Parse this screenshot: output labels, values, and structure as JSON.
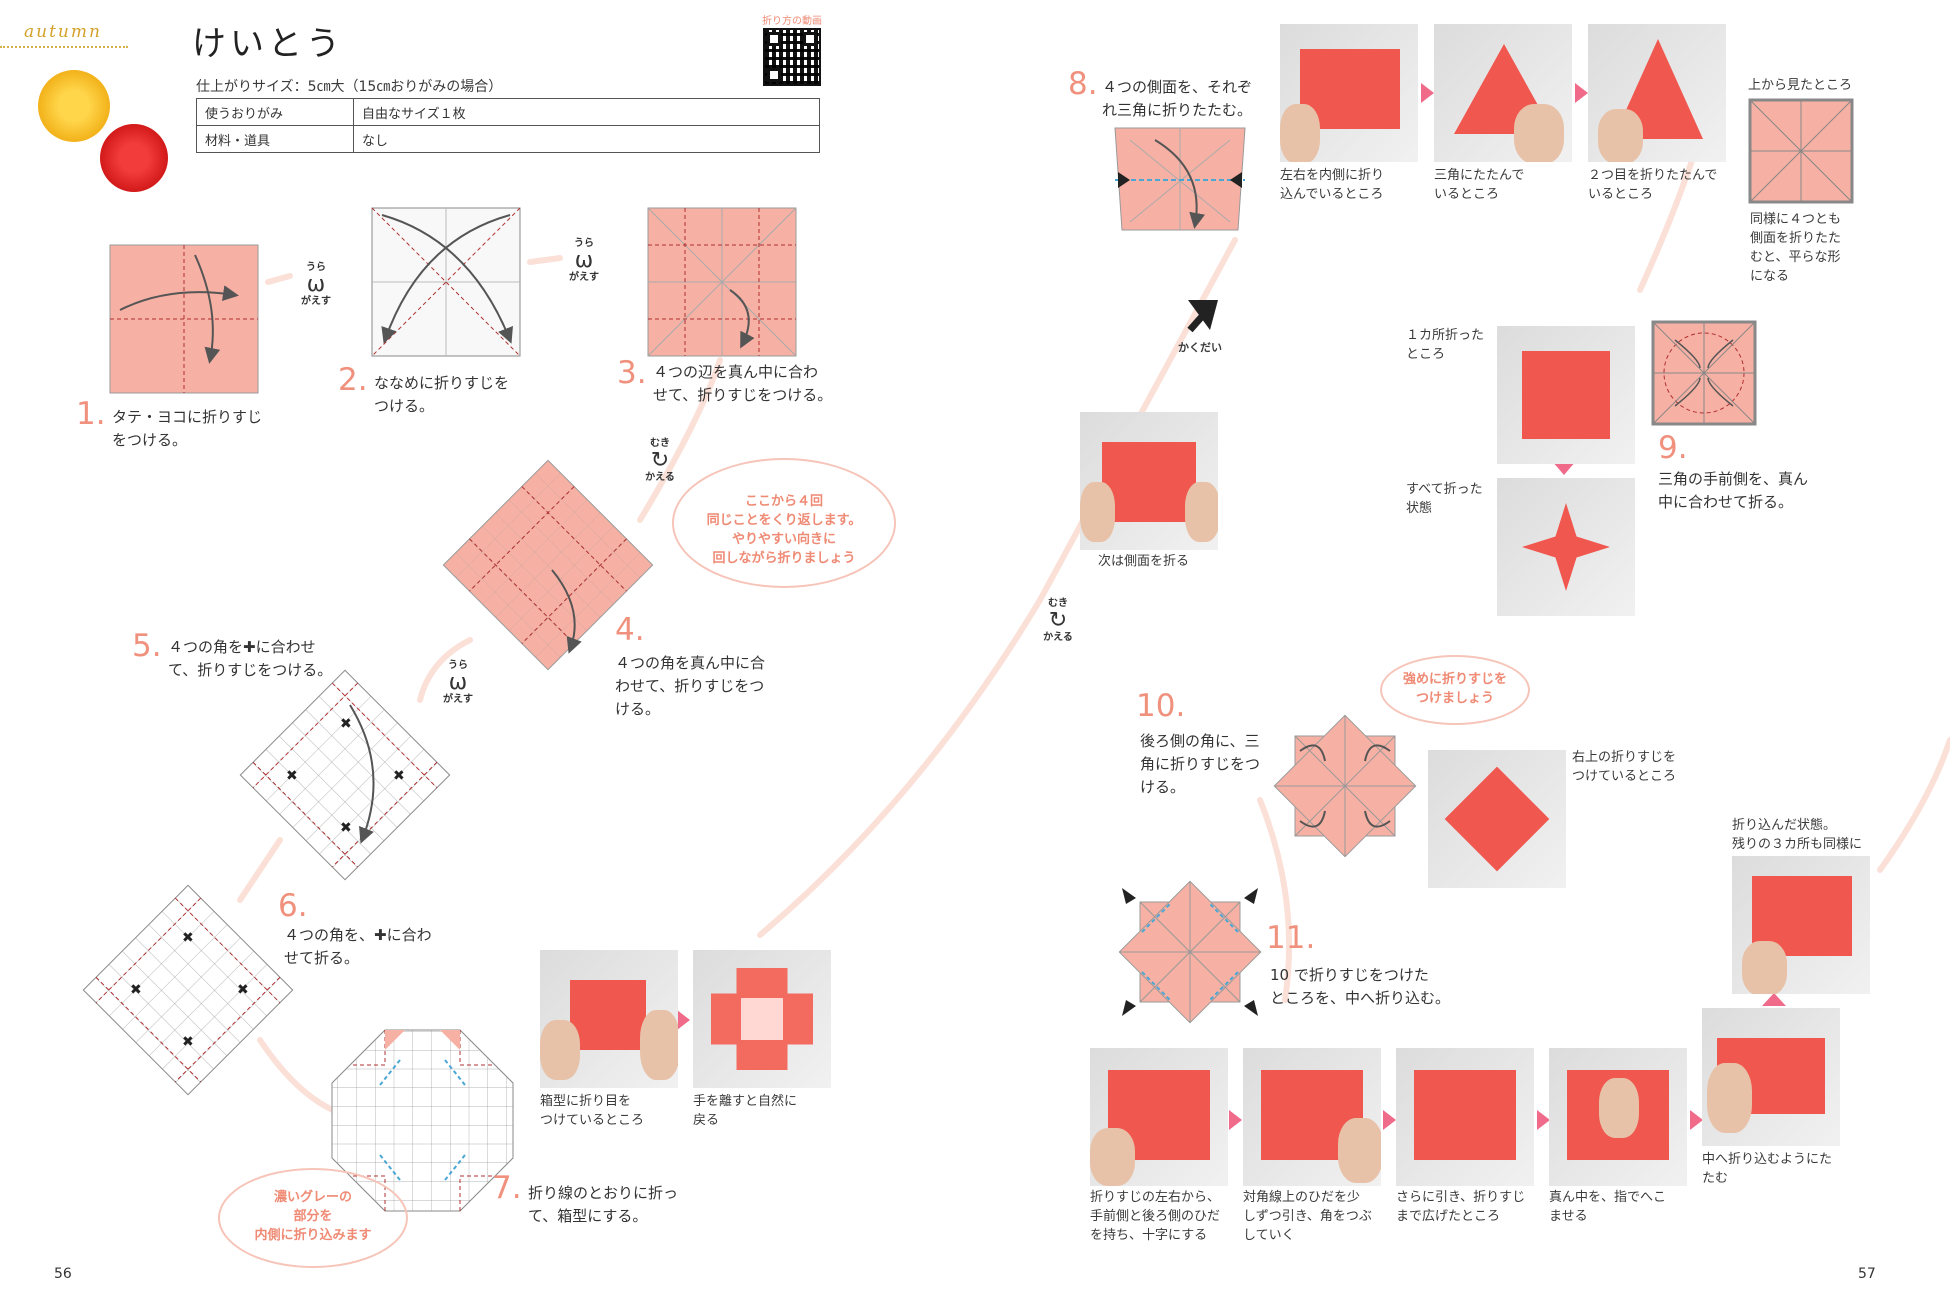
{
  "header": {
    "season_label": "autumn",
    "title": "けいとう",
    "qr_label": "折り方の動画",
    "size_text": "仕上がりサイズ：5㎝大（15㎝おりがみの場合）",
    "spec_rows": [
      {
        "key": "使うおりがみ",
        "value": "自由なサイズ１枚"
      },
      {
        "key": "材料・道具",
        "value": "なし"
      }
    ]
  },
  "steps": [
    {
      "n": "1.",
      "text": "タテ・ヨコに折りすじ\nをつける。"
    },
    {
      "n": "2.",
      "text": "ななめに折りすじを\nつける。"
    },
    {
      "n": "3.",
      "text": "４つの辺を真ん中に合わ\nせて、折りすじをつける。"
    },
    {
      "n": "4.",
      "text": "４つの角を真ん中に合\nわせて、折りすじをつ\nける。"
    },
    {
      "n": "5.",
      "text": "４つの角を✚に合わせ\nて、折りすじをつける。"
    },
    {
      "n": "6.",
      "text": "４つの角を、✚に合わ\nせて折る。"
    },
    {
      "n": "7.",
      "text": "折り線のとおりに折っ\nて、箱型にする。"
    },
    {
      "n": "8.",
      "text": "４つの側面を、それぞ\nれ三角に折りたたむ。"
    },
    {
      "n": "9.",
      "text": "三角の手前側を、真ん\n中に合わせて折る。"
    },
    {
      "n": "10.",
      "text": "後ろ側の角に、三\n角に折りすじをつ\nける。"
    },
    {
      "n": "11.",
      "text": "10 で折りすじをつけた\nところを、中へ折り込む。"
    }
  ],
  "flip": {
    "ura": "うら",
    "gaesu": "がえす",
    "muki": "むき",
    "kaeru": "かえる"
  },
  "bubbles": {
    "repeat": "ここから４回\n同じことをくり返します。\nやりやすい向きに\n回しながら折りましょう",
    "gray": "濃いグレーの\n部分を\n内側に折り込みます",
    "strong": "強めに折りすじを\nつけましょう"
  },
  "captions": {
    "box1": "箱型に折り目を\nつけているところ",
    "box2": "手を離すと自然に\n戻る",
    "next_side": "次は側面を折る",
    "zoom": "かくだい",
    "s8a": "左右を内側に折り\n込んでいるところ",
    "s8b": "三角にたたんで\nいるところ",
    "s8c": "２つ目を折りたたんで\nいるところ",
    "top_view": "上から見たところ",
    "same4": "同様に４つとも\n側面を折りたた\nむと、平らな形\nになる",
    "one_done": "１カ所折った\nところ",
    "all_done": "すべて折った\n状態",
    "upper_right": "右上の折りすじを\nつけているところ",
    "folded_in": "折り込んだ状態。\n残りの３カ所も同様に",
    "b1": "折りすじの左右から、\n手前側と後ろ側のひだ\nを持ち、十字にする",
    "b2": "対角線上のひだを少\nしずつ引き、角をつぶ\nしていく",
    "b3": "さらに引き、折りすじ\nまで広げたところ",
    "b4": "真ん中を、指でへこ\nませる",
    "b5": "中へ折り込むようにた\nたむ"
  },
  "pages": {
    "left": "56",
    "right": "57"
  },
  "colors": {
    "salmon": "#f5a89a",
    "accent": "#f0917e",
    "paper_red": "#f0574f",
    "pink_arrow": "#f06a8a"
  }
}
